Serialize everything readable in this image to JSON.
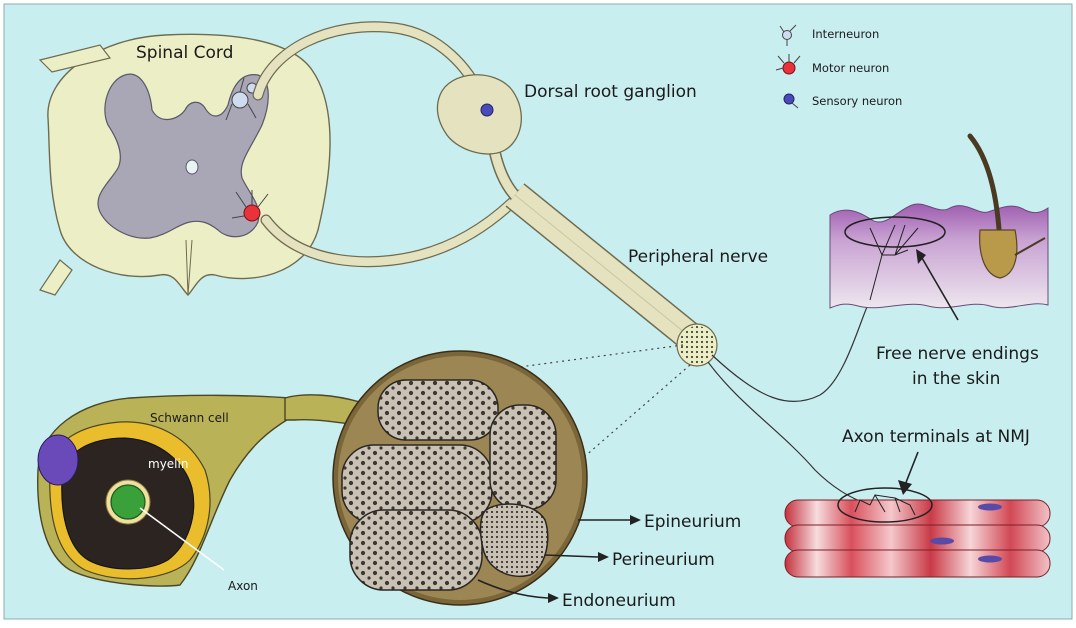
{
  "labels": {
    "spinal_cord": "Spinal Cord",
    "dorsal_root_ganglion": "Dorsal root ganglion",
    "peripheral_nerve": "Peripheral nerve",
    "free_nerve_endings_line1": "Free nerve endings",
    "free_nerve_endings_line2": "in the skin",
    "axon_terminals": "Axon terminals at NMJ",
    "schwann_cell": "Schwann cell",
    "myelin": "myelin",
    "axon": "Axon",
    "epineurium": "Epineurium",
    "perineurium": "Perineurium",
    "endoneurium": "Endoneurium"
  },
  "legend": {
    "items": [
      {
        "label": "Interneuron",
        "icon": "interneuron-icon"
      },
      {
        "label": "Motor neuron",
        "icon": "motor-neuron-icon",
        "color": "#e8333a"
      },
      {
        "label": "Sensory neuron",
        "icon": "sensory-neuron-icon",
        "color": "#4a4ab8"
      }
    ]
  },
  "colors": {
    "background": "#c9eef0",
    "cord_white_matter": "#eceec6",
    "cord_grey_matter": "#a9a6b6",
    "nerve_fill": "#e5e2c0",
    "fascicle_fill": "#c9c2b4",
    "nerve_sheath": "#7a6638",
    "schwann_cell": "#b9b257",
    "myelin": "#2b2420",
    "schwann_outer": "#e9bd2c",
    "motor_neuron": "#e8333a",
    "sensory_neuron": "#4a4ab8",
    "skin": "#cfaed8",
    "muscle": "#e88a95"
  }
}
